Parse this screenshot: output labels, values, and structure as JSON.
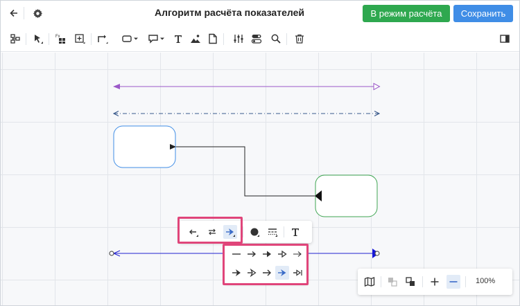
{
  "header": {
    "title": "Алгоритм расчёта показателей",
    "calc_mode_label": "В режим расчёта",
    "save_label": "Сохранить"
  },
  "colors": {
    "green": "#2ea84f",
    "blue": "#3f8de6",
    "highlight": "#e0457a",
    "purple_line": "#9b59c8",
    "dashdot_line": "#3a5a8c",
    "connector_black": "#222222",
    "selected_line": "#2222d0",
    "block_blue_border": "#3f8de6",
    "block_green_border": "#3fa552"
  },
  "toolbar": {
    "icons": [
      "hierarchy-icon",
      "pointer-icon",
      "formula-block-icon",
      "add-block-icon",
      "connector-icon",
      "rectangle-icon",
      "comment-icon",
      "text-icon",
      "image-icon",
      "document-icon",
      "sliders-icon",
      "toggle-icon",
      "search-icon",
      "trash-icon",
      "panel-toggle-icon"
    ]
  },
  "zoom": {
    "level": "100%"
  }
}
